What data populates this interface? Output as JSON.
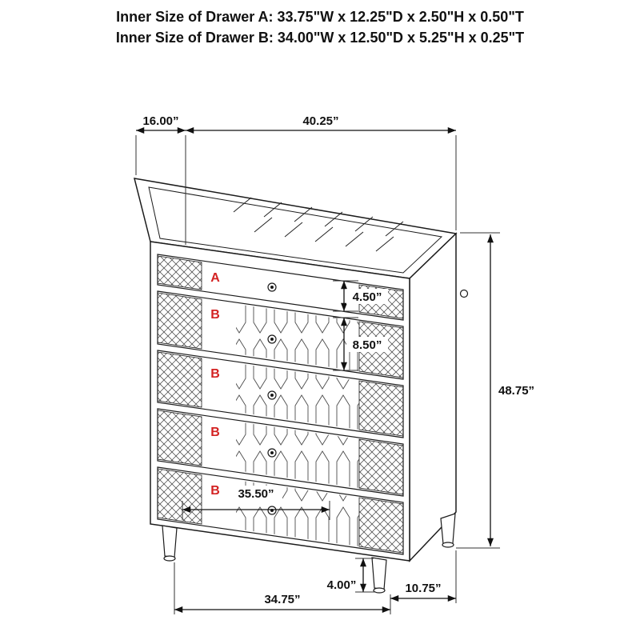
{
  "page": {
    "background": "#ffffff"
  },
  "header": {
    "line_a": "Inner Size of Drawer A: 33.75\"W x 12.25\"D x 2.50\"H x 0.50\"T",
    "line_b": "Inner Size of Drawer B: 34.00\"W x 12.50\"D x 5.25\"H x 0.25\"T"
  },
  "diagram": {
    "kind": "5-drawer chest dimension line drawing",
    "colors": {
      "line": "#1b1b1b",
      "drawer_label": "#d32222",
      "dim_text": "#111111",
      "background": "#ffffff"
    },
    "drawer_labels": [
      "A",
      "B",
      "B",
      "B",
      "B"
    ],
    "dims": {
      "top_depth": "16.00”",
      "top_width": "40.25”",
      "drawer_a_height": "4.50”",
      "drawer_b_height": "8.50”",
      "overall_height": "48.75”",
      "drawer_width": "35.50”",
      "leg_height": "4.00”",
      "front_width": "34.75”",
      "side_depth": "10.75”"
    }
  }
}
